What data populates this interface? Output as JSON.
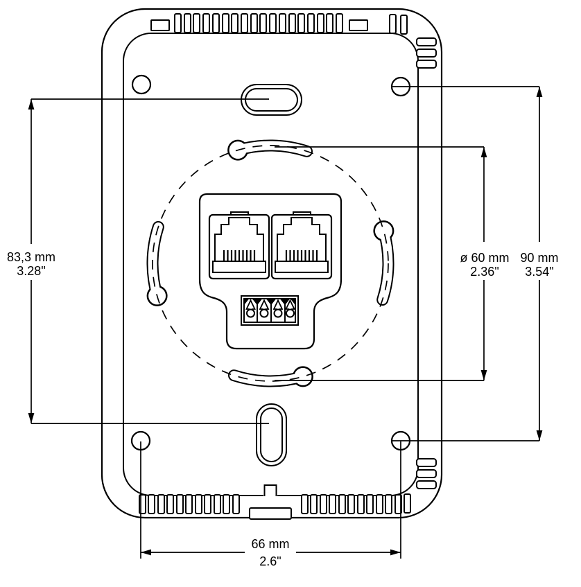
{
  "colors": {
    "line": "#000000",
    "text": "#000000",
    "background": "#ffffff"
  },
  "dimensions": {
    "left_height": {
      "metric": "83,3 mm",
      "imperial": "3.28\""
    },
    "circle_diameter": {
      "metric": "ø 60 mm",
      "imperial": "2.36\""
    },
    "right_height": {
      "metric": "90 mm",
      "imperial": "3.54\""
    },
    "bottom_width": {
      "metric": "66 mm",
      "imperial": "2.6\""
    }
  }
}
